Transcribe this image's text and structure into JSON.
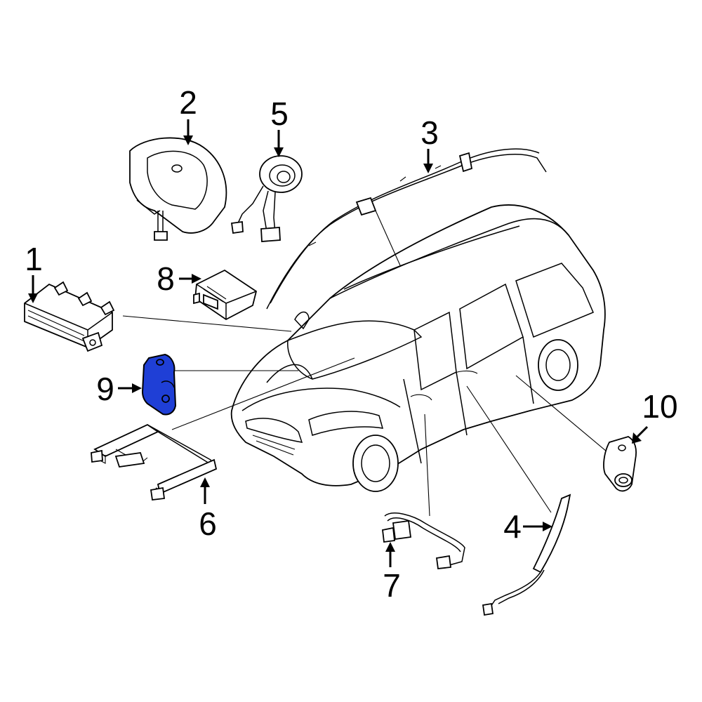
{
  "parts": [
    {
      "id": "1",
      "label": "1",
      "name": "module"
    },
    {
      "id": "2",
      "label": "2",
      "name": "steering-wheel-airbag"
    },
    {
      "id": "3",
      "label": "3",
      "name": "curtain-airbag"
    },
    {
      "id": "4",
      "label": "4",
      "name": "side-airbag"
    },
    {
      "id": "5",
      "label": "5",
      "name": "clock-spring"
    },
    {
      "id": "6",
      "label": "6",
      "name": "seat-sensor"
    },
    {
      "id": "7",
      "label": "7",
      "name": "wire-harness"
    },
    {
      "id": "8",
      "label": "8",
      "name": "control-module"
    },
    {
      "id": "9",
      "label": "9",
      "name": "impact-sensor",
      "highlighted": true
    },
    {
      "id": "10",
      "label": "10",
      "name": "front-sensor"
    }
  ],
  "colors": {
    "highlight": "#1f3fd6",
    "line": "#000000",
    "background": "#ffffff"
  }
}
